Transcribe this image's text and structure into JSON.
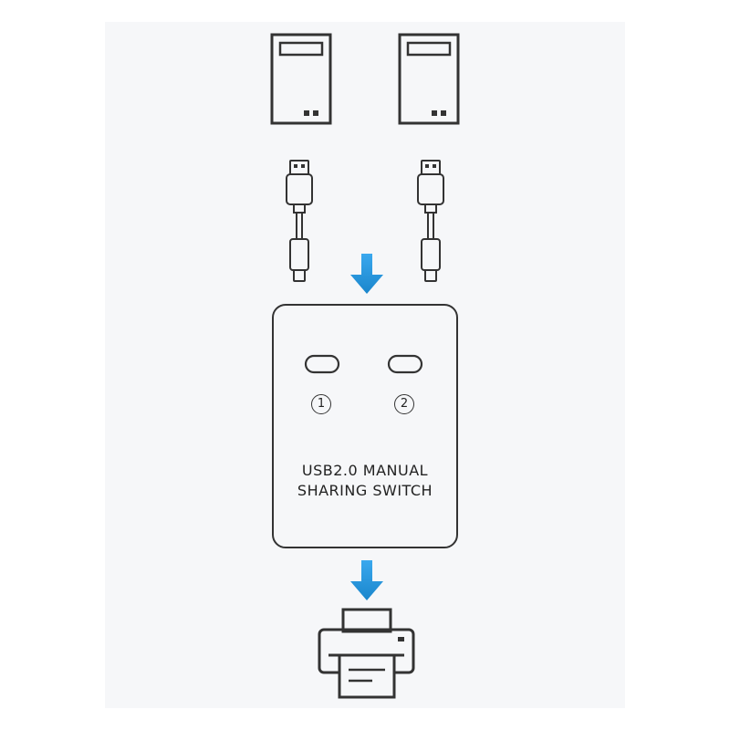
{
  "switch_box": {
    "title_line1": "USB2.0  MANUAL",
    "title_line2": "SHARING  SWITCH",
    "port_1": "1",
    "port_2": "2"
  },
  "colors": {
    "panel_background": "#f6f7f9",
    "outline": "#333333",
    "arrow": "#1f92d6"
  },
  "icons": [
    "computer-icon",
    "usb-cable-icon",
    "down-arrow-icon",
    "printer-icon"
  ]
}
